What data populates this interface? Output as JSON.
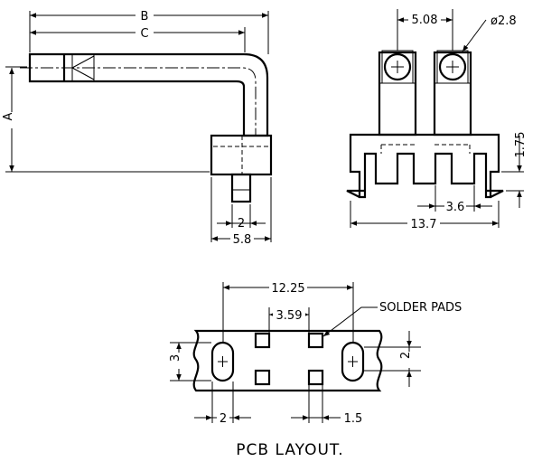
{
  "side_view": {
    "dim_b": "B",
    "dim_c": "C",
    "dim_a": "A",
    "dim_pin_width": "2",
    "dim_base_width": "5.8"
  },
  "front_view": {
    "dim_pitch": "5.08",
    "dim_hole_diameter": "ø2.8",
    "dim_height": "1.75",
    "dim_leg_width": "3.6",
    "dim_total_width": "13.7"
  },
  "pcb_layout": {
    "dim_slot_spacing": "12.25",
    "dim_pad_spacing": "3.59",
    "dim_left_height": "3",
    "dim_right_height": "2",
    "dim_slot_width": "2",
    "dim_pad_size": "1.5",
    "solder_pads_label": "SOLDER PADS",
    "caption": "PCB LAYOUT."
  }
}
